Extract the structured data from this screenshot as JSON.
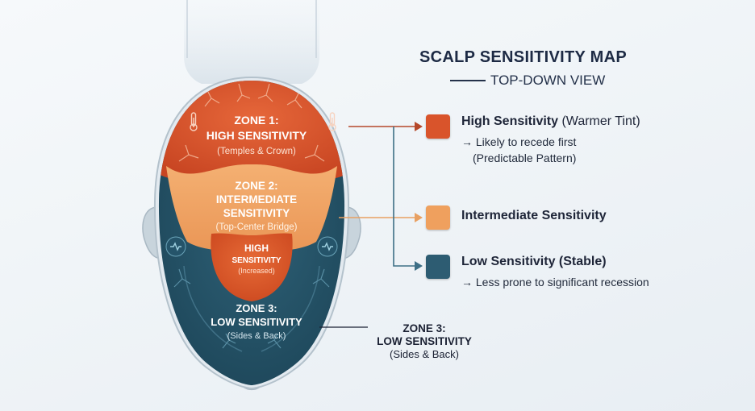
{
  "title": "SCALP SENSIITIVITY MAP",
  "subtitle": "TOP-DOWN VIEW",
  "zones": {
    "zone1": {
      "heading": "ZONE 1:",
      "name": "HIGH SENSITIVITY",
      "area": "(Temples & Crown)"
    },
    "zone2": {
      "heading": "ZONE 2:",
      "name_line1": "INTERMEDIATE",
      "name_line2": "SENSITIVITY",
      "area": "(Top-Center Bridge)"
    },
    "inner": {
      "line1": "HIGH",
      "line2": "SENSITIVITY",
      "line3": "(Increased)"
    },
    "zone3": {
      "heading": "ZONE 3:",
      "name": "LOW SENSITIVITY",
      "area": "(Sides & Back)"
    }
  },
  "callout_zone3": {
    "heading": "ZONE 3:",
    "name": "LOW SENSITIVITY",
    "area": "(Sides & Back)"
  },
  "legend": [
    {
      "label_bold": "High Sensitivity",
      "label_rest": " (Warmer Tint)",
      "line2": "→ Likely to recede first",
      "line3": "(Predictable Pattern)",
      "color": "#d9542b"
    },
    {
      "label_bold": "Intermediate Sensitivity",
      "label_rest": "",
      "color": "#efa05e"
    },
    {
      "label_bold": "Low Sensitivity (Stable)",
      "label_rest": "",
      "line2": "→ Less prone to significant recession",
      "color": "#2d5c72"
    }
  ],
  "colors": {
    "high": "#d9542b",
    "intermediate": "#efa05e",
    "low": "#2d5c72",
    "low_dark": "#1f4a5e",
    "connector_high": "#b5482a",
    "connector_mid": "#e8a062",
    "connector_low": "#3e6f86"
  },
  "icons": [
    "thermometer-icon",
    "pulse-icon",
    "arrow-icon"
  ]
}
